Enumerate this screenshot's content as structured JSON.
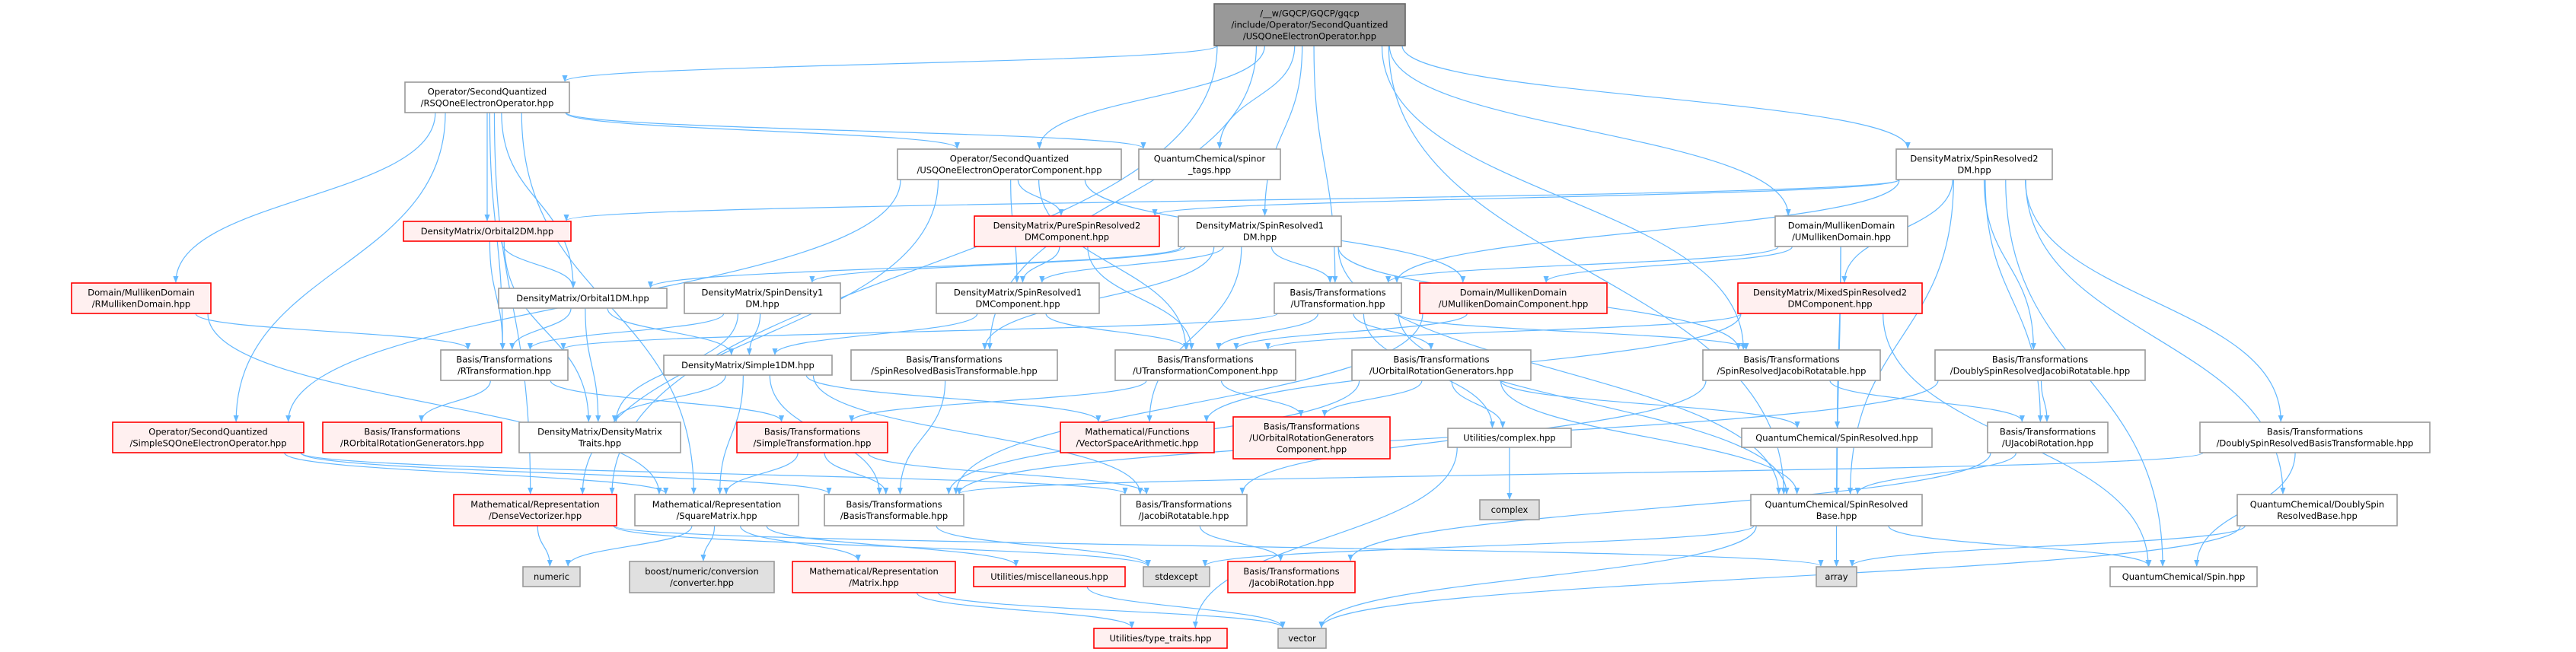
{
  "graph": {
    "type": "include-dependency-graph",
    "edge_color": "#63b8ff",
    "nodes": [
      {
        "id": "main",
        "style": "root",
        "lines": [
          "/__w/GQCP/GQCP/gqcp",
          "/include/Operator/SecondQuantized",
          "/USQOneElectronOperator.hpp"
        ]
      },
      {
        "id": "rsq",
        "style": "normal",
        "lines": [
          "Operator/SecondQuantized",
          "/RSQOneElectronOperator.hpp"
        ]
      },
      {
        "id": "usqcomp",
        "style": "normal",
        "lines": [
          "Operator/SecondQuantized",
          "/USQOneElectronOperatorComponent.hpp"
        ]
      },
      {
        "id": "spinor",
        "style": "normal",
        "lines": [
          "QuantumChemical/spinor",
          "_tags.hpp"
        ]
      },
      {
        "id": "sr2dm",
        "style": "normal",
        "lines": [
          "DensityMatrix/SpinResolved2",
          "DM.hpp"
        ]
      },
      {
        "id": "orb2dm",
        "style": "red",
        "lines": [
          "DensityMatrix/Orbital2DM.hpp"
        ]
      },
      {
        "id": "puresr2",
        "style": "red",
        "lines": [
          "DensityMatrix/PureSpinResolved2",
          "DMComponent.hpp"
        ]
      },
      {
        "id": "sr1dm",
        "style": "normal",
        "lines": [
          "DensityMatrix/SpinResolved1",
          "DM.hpp"
        ]
      },
      {
        "id": "umd",
        "style": "normal",
        "lines": [
          "Domain/MullikenDomain",
          "/UMullikenDomain.hpp"
        ]
      },
      {
        "id": "rmd",
        "style": "red",
        "lines": [
          "Domain/MullikenDomain",
          "/RMullikenDomain.hpp"
        ]
      },
      {
        "id": "orb1dm",
        "style": "normal",
        "lines": [
          "DensityMatrix/Orbital1DM.hpp"
        ]
      },
      {
        "id": "sd1dm",
        "style": "normal",
        "lines": [
          "DensityMatrix/SpinDensity1",
          "DM.hpp"
        ]
      },
      {
        "id": "sr1comp",
        "style": "normal",
        "lines": [
          "DensityMatrix/SpinResolved1",
          "DMComponent.hpp"
        ]
      },
      {
        "id": "utrans",
        "style": "normal",
        "lines": [
          "Basis/Transformations",
          "/UTransformation.hpp"
        ]
      },
      {
        "id": "umdcomp",
        "style": "red",
        "lines": [
          "Domain/MullikenDomain",
          "/UMullikenDomainComponent.hpp"
        ]
      },
      {
        "id": "mixed",
        "style": "red",
        "lines": [
          "DensityMatrix/MixedSpinResolved2",
          "DMComponent.hpp"
        ]
      },
      {
        "id": "rtrans",
        "style": "normal",
        "lines": [
          "Basis/Transformations",
          "/RTransformation.hpp"
        ]
      },
      {
        "id": "simple1dm",
        "style": "normal",
        "lines": [
          "DensityMatrix/Simple1DM.hpp"
        ]
      },
      {
        "id": "srbt",
        "style": "normal",
        "lines": [
          "Basis/Transformations",
          "/SpinResolvedBasisTransformable.hpp"
        ]
      },
      {
        "id": "utcomp",
        "style": "normal",
        "lines": [
          "Basis/Transformations",
          "/UTransformationComponent.hpp"
        ]
      },
      {
        "id": "uorg",
        "style": "normal",
        "lines": [
          "Basis/Transformations",
          "/UOrbitalRotationGenerators.hpp"
        ]
      },
      {
        "id": "srjr",
        "style": "normal",
        "lines": [
          "Basis/Transformations",
          "/SpinResolvedJacobiRotatable.hpp"
        ]
      },
      {
        "id": "dsrjr",
        "style": "normal",
        "lines": [
          "Basis/Transformations",
          "/DoublySpinResolvedJacobiRotatable.hpp"
        ]
      },
      {
        "id": "simplesq",
        "style": "red",
        "lines": [
          "Operator/SecondQuantized",
          "/SimpleSQOneElectronOperator.hpp"
        ]
      },
      {
        "id": "rorg",
        "style": "red",
        "lines": [
          "Basis/Transformations",
          "/ROrbitalRotationGenerators.hpp"
        ]
      },
      {
        "id": "dmtraits",
        "style": "normal",
        "lines": [
          "DensityMatrix/DensityMatrix",
          "Traits.hpp"
        ]
      },
      {
        "id": "simpletrans",
        "style": "red",
        "lines": [
          "Basis/Transformations",
          "/SimpleTransformation.hpp"
        ]
      },
      {
        "id": "vsa",
        "style": "red",
        "lines": [
          "Mathematical/Functions",
          "/VectorSpaceArithmetic.hpp"
        ]
      },
      {
        "id": "uorgcomp",
        "style": "red",
        "lines": [
          "Basis/Transformations",
          "/UOrbitalRotationGenerators",
          "Component.hpp"
        ]
      },
      {
        "id": "complexhpp",
        "style": "normal",
        "lines": [
          "Utilities/complex.hpp"
        ]
      },
      {
        "id": "spinresolved",
        "style": "normal",
        "lines": [
          "QuantumChemical/SpinResolved.hpp"
        ]
      },
      {
        "id": "ujr",
        "style": "normal",
        "lines": [
          "Basis/Transformations",
          "/UJacobiRotation.hpp"
        ]
      },
      {
        "id": "dsrbt",
        "style": "normal",
        "lines": [
          "Basis/Transformations",
          "/DoublySpinResolvedBasisTransformable.hpp"
        ]
      },
      {
        "id": "densevec",
        "style": "red",
        "lines": [
          "Mathematical/Representation",
          "/DenseVectorizer.hpp"
        ]
      },
      {
        "id": "sqmatrix",
        "style": "normal",
        "lines": [
          "Mathematical/Representation",
          "/SquareMatrix.hpp"
        ]
      },
      {
        "id": "bt",
        "style": "normal",
        "lines": [
          "Basis/Transformations",
          "/BasisTransformable.hpp"
        ]
      },
      {
        "id": "jrable",
        "style": "normal",
        "lines": [
          "Basis/Transformations",
          "/JacobiRotatable.hpp"
        ]
      },
      {
        "id": "complex",
        "style": "gray",
        "lines": [
          "complex"
        ]
      },
      {
        "id": "srbase",
        "style": "normal",
        "lines": [
          "QuantumChemical/SpinResolved",
          "Base.hpp"
        ]
      },
      {
        "id": "dsrbase",
        "style": "normal",
        "lines": [
          "QuantumChemical/DoublySpin",
          "ResolvedBase.hpp"
        ]
      },
      {
        "id": "numeric",
        "style": "gray",
        "lines": [
          "numeric"
        ]
      },
      {
        "id": "converter",
        "style": "gray",
        "lines": [
          "boost/numeric/conversion",
          "/converter.hpp"
        ]
      },
      {
        "id": "matrix",
        "style": "red",
        "lines": [
          "Mathematical/Representation",
          "/Matrix.hpp"
        ]
      },
      {
        "id": "misc",
        "style": "red",
        "lines": [
          "Utilities/miscellaneous.hpp"
        ]
      },
      {
        "id": "stdexcept",
        "style": "gray",
        "lines": [
          "stdexcept"
        ]
      },
      {
        "id": "jr",
        "style": "red",
        "lines": [
          "Basis/Transformations",
          "/JacobiRotation.hpp"
        ]
      },
      {
        "id": "array",
        "style": "gray",
        "lines": [
          "array"
        ]
      },
      {
        "id": "spin",
        "style": "normal",
        "lines": [
          "QuantumChemical/Spin.hpp"
        ]
      },
      {
        "id": "typetraits",
        "style": "red",
        "lines": [
          "Utilities/type_traits.hpp"
        ]
      },
      {
        "id": "vector",
        "style": "gray",
        "lines": [
          "vector"
        ]
      }
    ],
    "edges": [
      [
        "main",
        "rsq"
      ],
      [
        "main",
        "usqcomp"
      ],
      [
        "main",
        "spinor"
      ],
      [
        "main",
        "sr1dm"
      ],
      [
        "main",
        "utrans"
      ],
      [
        "main",
        "sr2dm"
      ],
      [
        "main",
        "umd"
      ],
      [
        "main",
        "srbt"
      ],
      [
        "main",
        "srjr"
      ],
      [
        "main",
        "densevec"
      ],
      [
        "main",
        "srbase"
      ],
      [
        "rsq",
        "orb2dm"
      ],
      [
        "rsq",
        "orb1dm"
      ],
      [
        "rsq",
        "rmd"
      ],
      [
        "rsq",
        "rtrans"
      ],
      [
        "rsq",
        "simplesq"
      ],
      [
        "rsq",
        "densevec"
      ],
      [
        "rsq",
        "sqmatrix"
      ],
      [
        "rsq",
        "spinor"
      ],
      [
        "rsq",
        "usqcomp"
      ],
      [
        "usqcomp",
        "puresr2"
      ],
      [
        "usqcomp",
        "sr1comp"
      ],
      [
        "usqcomp",
        "umdcomp"
      ],
      [
        "usqcomp",
        "utcomp"
      ],
      [
        "usqcomp",
        "simplesq"
      ],
      [
        "usqcomp",
        "densevec"
      ],
      [
        "orb2dm",
        "orb1dm"
      ],
      [
        "orb2dm",
        "rtrans"
      ],
      [
        "orb2dm",
        "dmtraits"
      ],
      [
        "orb1dm",
        "rtrans"
      ],
      [
        "orb1dm",
        "simple1dm"
      ],
      [
        "orb1dm",
        "dmtraits"
      ],
      [
        "rmd",
        "rtrans"
      ],
      [
        "rmd",
        "sqmatrix"
      ],
      [
        "sd1dm",
        "rtrans"
      ],
      [
        "sd1dm",
        "simple1dm"
      ],
      [
        "sd1dm",
        "dmtraits"
      ],
      [
        "sr1dm",
        "sd1dm"
      ],
      [
        "sr1dm",
        "orb1dm"
      ],
      [
        "sr1dm",
        "sr1comp"
      ],
      [
        "sr1dm",
        "utrans"
      ],
      [
        "sr1dm",
        "srbt"
      ],
      [
        "sr1dm",
        "srjr"
      ],
      [
        "sr1dm",
        "srbase"
      ],
      [
        "sr1dm",
        "vsa"
      ],
      [
        "puresr2",
        "sr1comp"
      ],
      [
        "puresr2",
        "utcomp"
      ],
      [
        "sr1comp",
        "utcomp"
      ],
      [
        "sr1comp",
        "simple1dm"
      ],
      [
        "sr2dm",
        "puresr2"
      ],
      [
        "sr2dm",
        "mixed"
      ],
      [
        "sr2dm",
        "utrans"
      ],
      [
        "sr2dm",
        "dsrjr"
      ],
      [
        "sr2dm",
        "dsrbt"
      ],
      [
        "sr2dm",
        "ujr"
      ],
      [
        "sr2dm",
        "srbase"
      ],
      [
        "sr2dm",
        "dsrbase"
      ],
      [
        "sr2dm",
        "spin"
      ],
      [
        "sr2dm",
        "orb2dm"
      ],
      [
        "umd",
        "umdcomp"
      ],
      [
        "umd",
        "utrans"
      ],
      [
        "umd",
        "spinresolved"
      ],
      [
        "umd",
        "srbase"
      ],
      [
        "mixed",
        "utcomp"
      ],
      [
        "mixed",
        "vsa"
      ],
      [
        "mixed",
        "spin"
      ],
      [
        "umdcomp",
        "utcomp"
      ],
      [
        "umdcomp",
        "bt"
      ],
      [
        "utrans",
        "utcomp"
      ],
      [
        "utrans",
        "uorg"
      ],
      [
        "utrans",
        "srjr"
      ],
      [
        "utrans",
        "rtrans"
      ],
      [
        "utrans",
        "srbase"
      ],
      [
        "utrans",
        "complexhpp"
      ],
      [
        "simple1dm",
        "sqmatrix"
      ],
      [
        "simple1dm",
        "bt"
      ],
      [
        "simple1dm",
        "dmtraits"
      ],
      [
        "simple1dm",
        "vsa"
      ],
      [
        "simple1dm",
        "jrable"
      ],
      [
        "rtrans",
        "rorg"
      ],
      [
        "rtrans",
        "simpletrans"
      ],
      [
        "simplesq",
        "sqmatrix"
      ],
      [
        "simplesq",
        "bt"
      ],
      [
        "simplesq",
        "jrable"
      ],
      [
        "srbt",
        "bt"
      ],
      [
        "utcomp",
        "simpletrans"
      ],
      [
        "utcomp",
        "uorgcomp"
      ],
      [
        "uorg",
        "uorgcomp"
      ],
      [
        "uorg",
        "complexhpp"
      ],
      [
        "uorg",
        "spinresolved"
      ],
      [
        "uorg",
        "srbase"
      ],
      [
        "uorg",
        "bt"
      ],
      [
        "srjr",
        "ujr"
      ],
      [
        "srjr",
        "jrable"
      ],
      [
        "dsrjr",
        "ujr"
      ],
      [
        "dsrjr",
        "bt"
      ],
      [
        "ujr",
        "srbase"
      ],
      [
        "ujr",
        "jr"
      ],
      [
        "dsrbt",
        "spin"
      ],
      [
        "dsrbt",
        "bt"
      ],
      [
        "simpletrans",
        "sqmatrix"
      ],
      [
        "simpletrans",
        "bt"
      ],
      [
        "simpletrans",
        "jrable"
      ],
      [
        "densevec",
        "numeric"
      ],
      [
        "densevec",
        "array"
      ],
      [
        "densevec",
        "stdexcept"
      ],
      [
        "sqmatrix",
        "numeric"
      ],
      [
        "sqmatrix",
        "converter"
      ],
      [
        "sqmatrix",
        "matrix"
      ],
      [
        "sqmatrix",
        "misc"
      ],
      [
        "bt",
        "stdexcept"
      ],
      [
        "jrable",
        "jr"
      ],
      [
        "complexhpp",
        "complex"
      ],
      [
        "complexhpp",
        "typetraits"
      ],
      [
        "spinresolved",
        "srbase"
      ],
      [
        "srbase",
        "array"
      ],
      [
        "srbase",
        "spin"
      ],
      [
        "srbase",
        "stdexcept"
      ],
      [
        "srbase",
        "vector"
      ],
      [
        "dsrbase",
        "array"
      ],
      [
        "dsrbase",
        "vector"
      ],
      [
        "matrix",
        "typetraits"
      ],
      [
        "matrix",
        "vector"
      ],
      [
        "misc",
        "vector"
      ]
    ]
  }
}
